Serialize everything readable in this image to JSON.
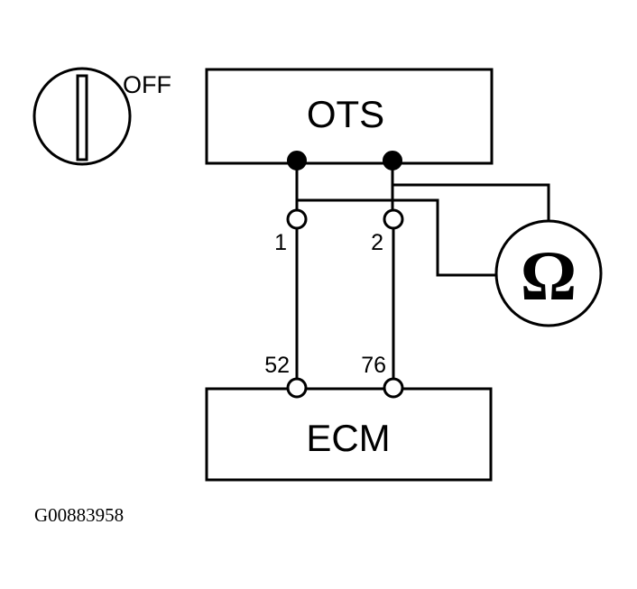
{
  "switch": {
    "state_label": "OFF"
  },
  "components": {
    "ots_label": "OTS",
    "ecm_label": "ECM"
  },
  "meter": {
    "symbol": "Ω"
  },
  "pins": {
    "ots_pin_1": "1",
    "ots_pin_2": "2",
    "ecm_pin_52": "52",
    "ecm_pin_76": "76"
  },
  "figure_id": "G00883958"
}
